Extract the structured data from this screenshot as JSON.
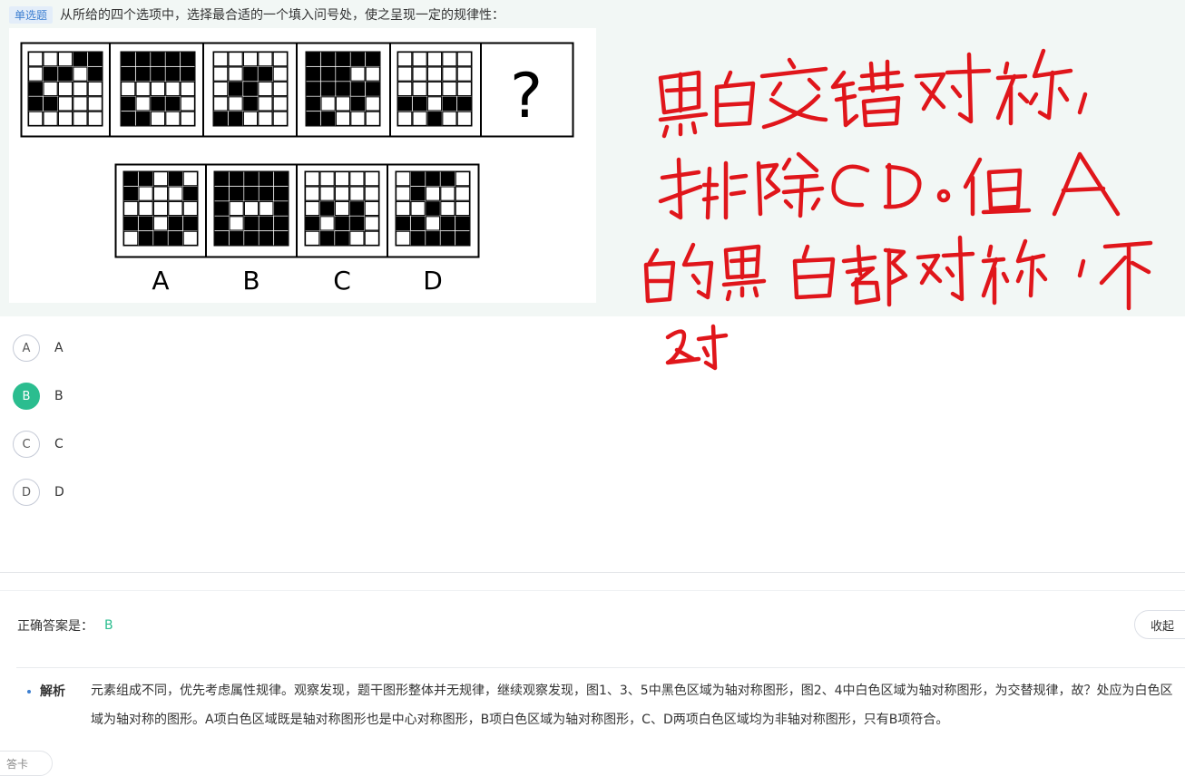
{
  "question": {
    "tag": "单选题",
    "stem": "从所给的四个选项中，选择最合适的一个填入问号处，使之呈现一定的规律性：",
    "figure": {
      "question_mark": "?",
      "option_labels": [
        "A",
        "B",
        "C",
        "D"
      ]
    }
  },
  "options": [
    {
      "letter": "A",
      "text": "A",
      "selected": false
    },
    {
      "letter": "B",
      "text": "B",
      "selected": true
    },
    {
      "letter": "C",
      "text": "C",
      "selected": false
    },
    {
      "letter": "D",
      "text": "D",
      "selected": false
    }
  ],
  "answer": {
    "label": "正确答案是：",
    "value": "B",
    "collapse_label": "收起"
  },
  "analysis": {
    "label": "解析",
    "text": "元素组成不同，优先考虑属性规律。观察发现，题干图形整体并无规律，继续观察发现，图1、3、5中黑色区域为轴对称图形，图2、4中白色区域为轴对称图形，为交替规律，故？处应为白色区域为轴对称的图形。A项白色区域既是轴对称图形也是中心对称图形，B项白色区域为轴对称图形，C、D两项白色区域均为非轴对称图形，只有B项符合。"
  },
  "footer": {
    "pill_label": "答卡"
  },
  "handwriting": {
    "text": "黑白交错对称，排除CD。但A的黑白都对称，不对",
    "color": "#e0161b"
  },
  "colors": {
    "selected": "#2bbd8f",
    "tag_bg": "#e3edf9",
    "tag_text": "#3d7fd1",
    "header_bg": "#f2f7f5"
  }
}
